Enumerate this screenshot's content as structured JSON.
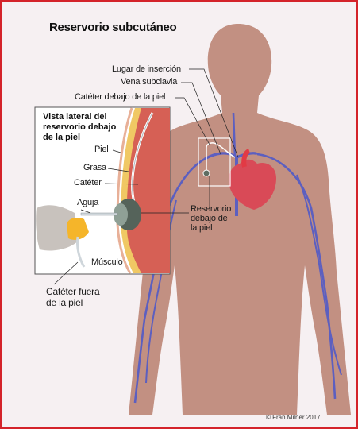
{
  "title": "Reservorio subcutáneo",
  "labels": {
    "insertion_site": "Lugar de inserción",
    "subclavian_vein": "Vena subclavia",
    "catheter_under_skin": "Catéter debajo de la piel",
    "reservoir_line1": "Reservorio",
    "reservoir_line2": "debajo de",
    "reservoir_line3": "la piel",
    "muscle": "Músculo",
    "catheter_outside_line1": "Catéter fuera",
    "catheter_outside_line2": "de la piel"
  },
  "inset": {
    "title_line1": "Vista lateral del",
    "title_line2": "reservorio debajo",
    "title_line3": "de la piel",
    "skin": "Piel",
    "fat": "Grasa",
    "catheter": "Catéter",
    "needle": "Aguja"
  },
  "copyright": "© Fran Milner 2017",
  "colors": {
    "frame_border": "#d4232a",
    "background": "#f6f0f2",
    "body_skin": "#c29082",
    "vein": "#5c5fc0",
    "heart": "#d94a57",
    "port": "#5f6d62"
  }
}
